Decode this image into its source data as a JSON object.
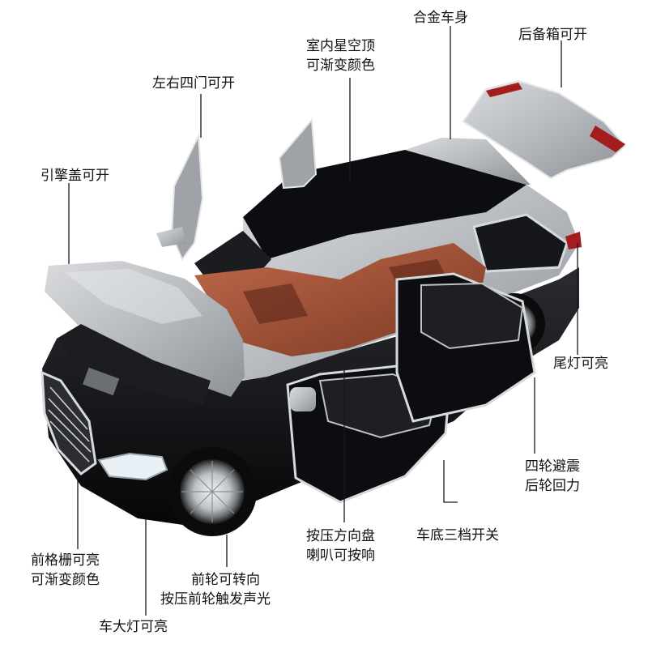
{
  "labels": {
    "alloy_body": "合金车身",
    "trunk_open": "后备箱可开",
    "starry_roof_1": "室内星空顶",
    "starry_roof_2": "可渐变颜色",
    "four_doors": "左右四门可开",
    "hood_open": "引擎盖可开",
    "tail_light": "尾灯可亮",
    "suspension_1": "四轮避震",
    "suspension_2": "后轮回力",
    "chassis_switch": "车底三档开关",
    "horn_1": "按压方向盘",
    "horn_2": "喇叭可按响",
    "grille_1": "前格栅可亮",
    "grille_2": "可渐变颜色",
    "steer_1": "前轮可转向",
    "steer_2": "按压前轮触发声光",
    "headlight": "车大灯可亮"
  },
  "colors": {
    "silver": "#b9bcc0",
    "black": "#121316",
    "interior": "#a8553a",
    "chrome": "#d7dadd"
  }
}
